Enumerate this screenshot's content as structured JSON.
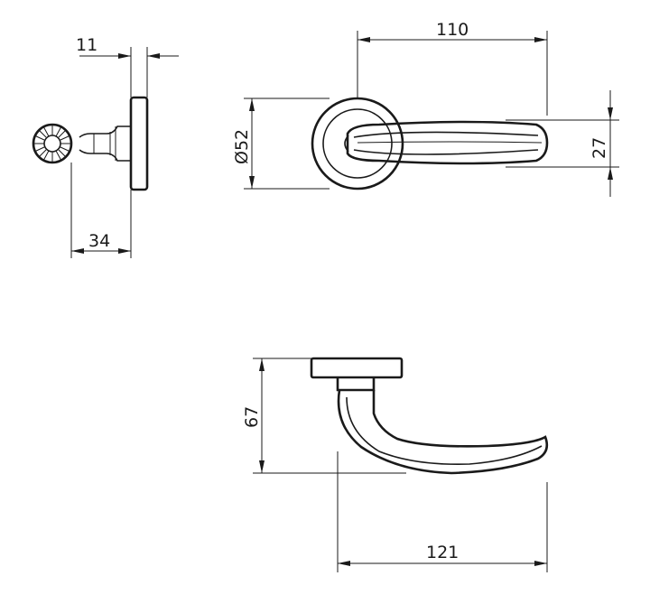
{
  "drawing": {
    "dimensions": {
      "rose_thickness": "11",
      "projection": "34",
      "rose_diameter": "Ø52",
      "lever_length_top": "110",
      "lever_width": "27",
      "height": "67",
      "lever_length_side": "121"
    },
    "colors": {
      "line": "#1a1a1a",
      "background": "#ffffff"
    }
  }
}
